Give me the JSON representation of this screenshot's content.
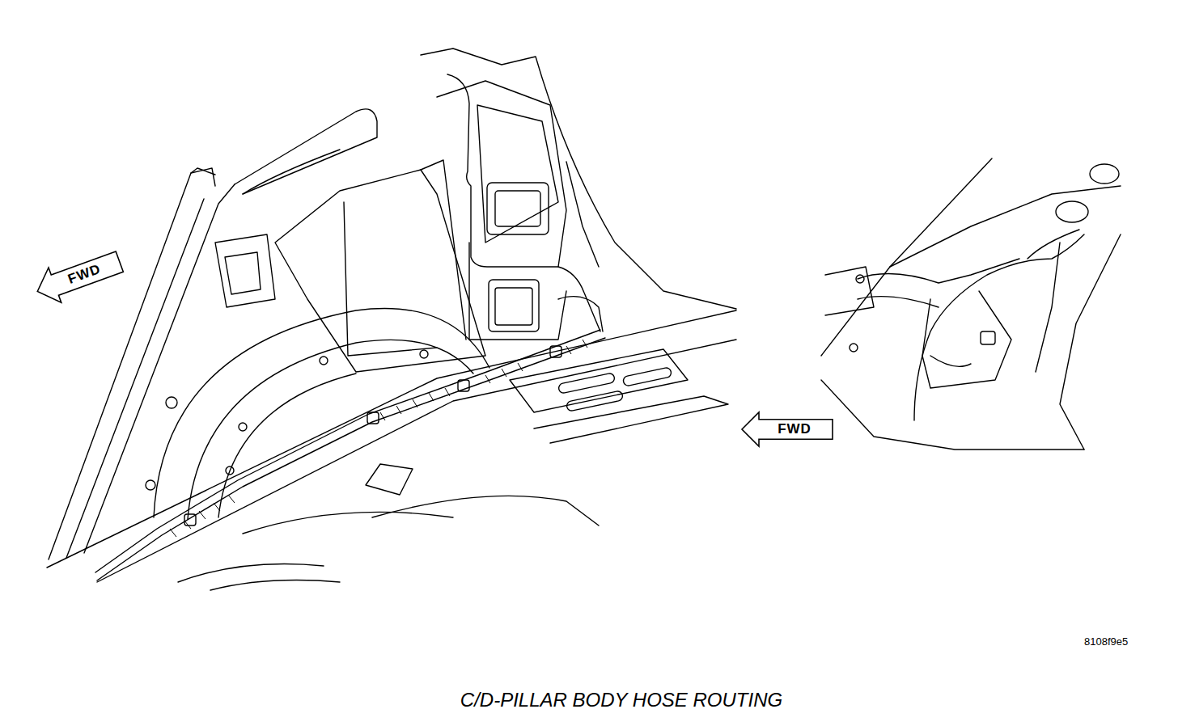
{
  "diagram": {
    "caption": "C/D-PILLAR BODY HOSE ROUTING",
    "nodes": [
      {
        "text": [
          "FWD"
        ]
      },
      {
        "text": [
          "FWD"
        ]
      }
    ],
    "labels": [
      "8108f9e5"
    ]
  }
}
